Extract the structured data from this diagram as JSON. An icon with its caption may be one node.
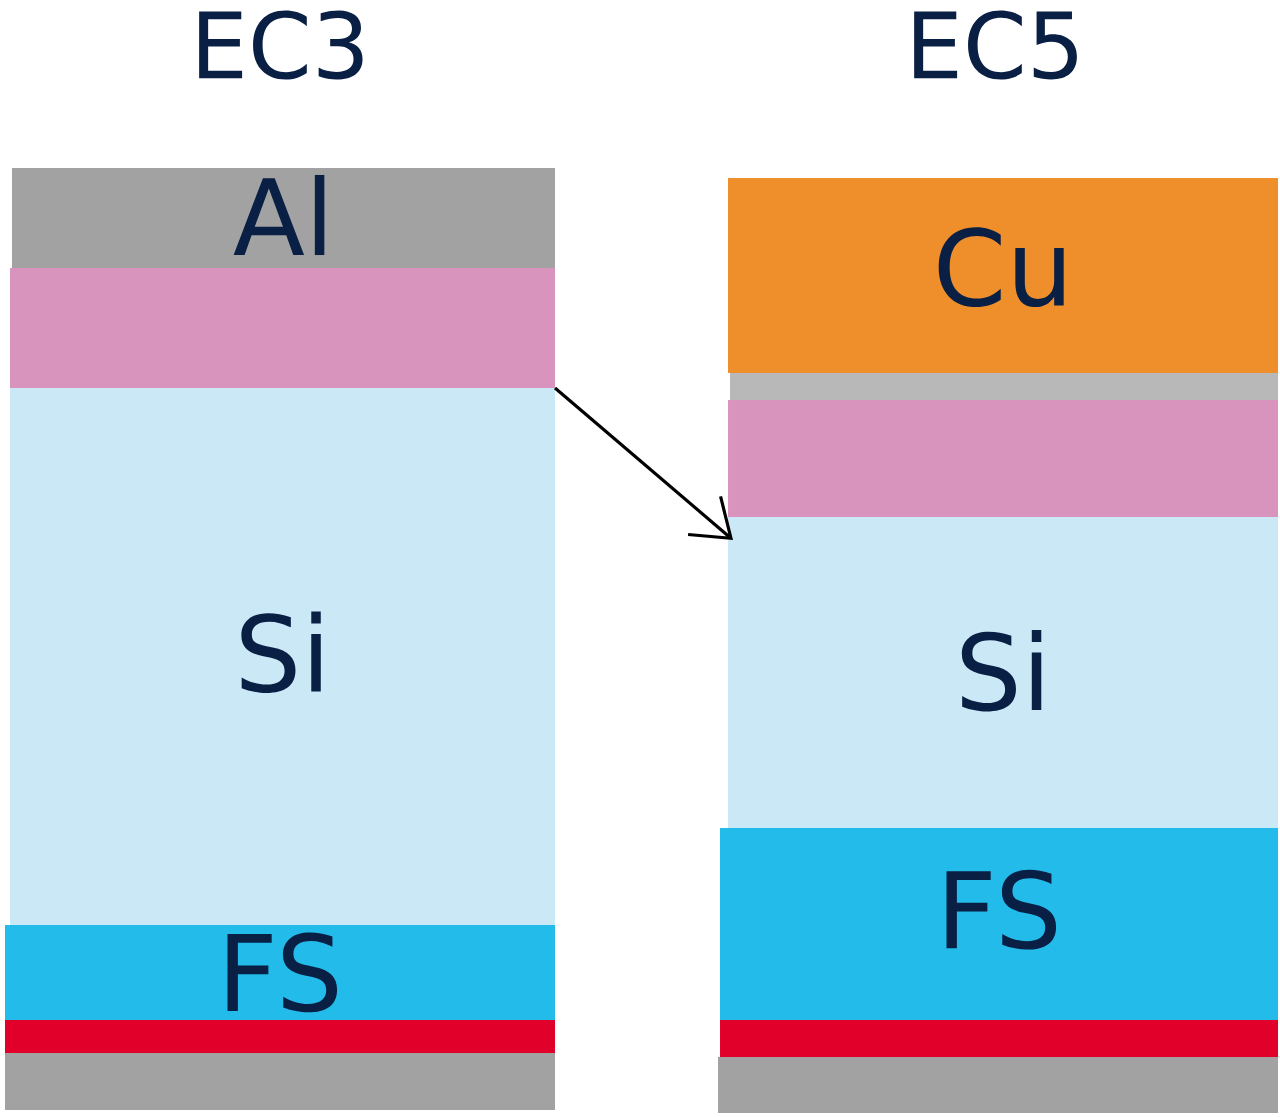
{
  "diagram": {
    "nodes": [
      {
        "text": [
          "Al"
        ]
      },
      {
        "text": [],
        "shape": "bar"
      },
      {
        "text": [
          "Si"
        ]
      },
      {
        "text": [
          "FS"
        ]
      },
      {
        "text": [],
        "shape": "bar"
      },
      {
        "text": [],
        "shape": "bar"
      },
      {
        "text": [
          "Cu"
        ]
      },
      {
        "text": [],
        "shape": "bar"
      },
      {
        "text": [],
        "shape": "bar"
      },
      {
        "text": [
          "Si"
        ]
      },
      {
        "text": [
          "FS"
        ]
      },
      {
        "text": [],
        "shape": "bar"
      },
      {
        "text": [],
        "shape": "bar"
      }
    ],
    "edges": [
      {
        "from": 1,
        "to": 9,
        "arrow": "to"
      }
    ],
    "labels": [
      "EC3",
      "EC5"
    ]
  }
}
